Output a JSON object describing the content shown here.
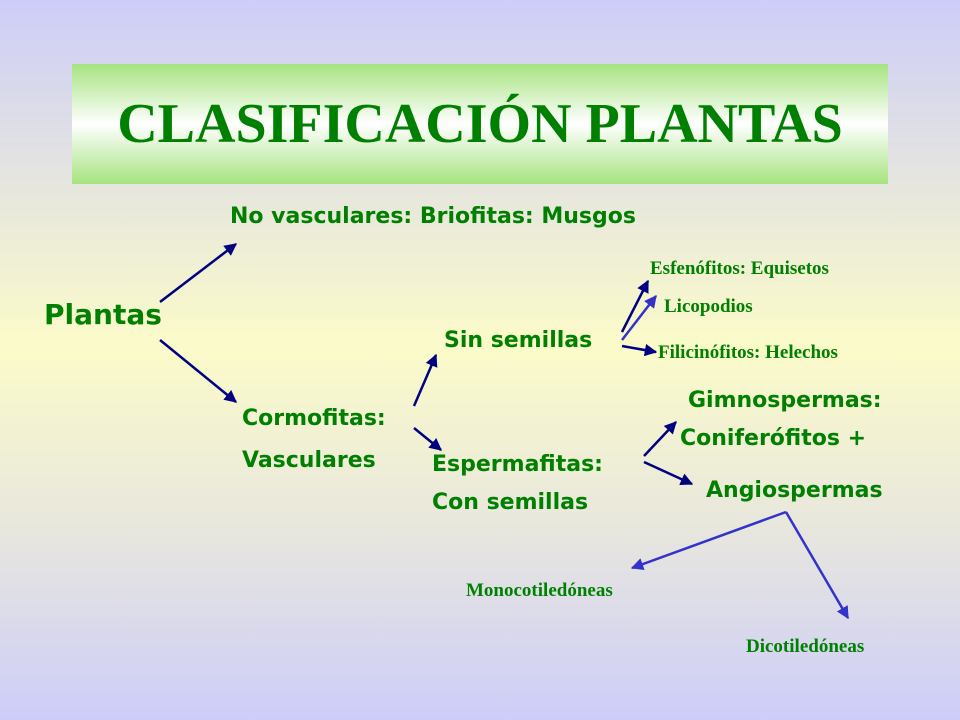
{
  "title": "CLASIFICACIÓN PLANTAS",
  "nodes": {
    "plantas": "Plantas",
    "no_vasculares": "No vasculares: Briofitas: Musgos",
    "cormofitas_1": "Cormofitas:",
    "cormofitas_2": "Vasculares",
    "sin_semillas": "Sin semillas",
    "espermafitas_1": "Espermafitas:",
    "espermafitas_2": "Con semillas",
    "esfenofitos": "Esfenófitos: Equisetos",
    "licopodios": "Licopodios",
    "filicinofitos": "Filicinófitos: Helechos",
    "gimnospermas_1": "Gimnospermas:",
    "gimnospermas_2": "Coniferófitos +",
    "angiospermas": "Angiospermas",
    "monocotiledoneas": "Monocotiledóneas",
    "dicotiledoneas": "Dicotiledóneas"
  },
  "colors": {
    "text": "#008000",
    "arrow_main": "#000080",
    "arrow_light": "#3333cc",
    "title_band": "#a6e37f"
  }
}
